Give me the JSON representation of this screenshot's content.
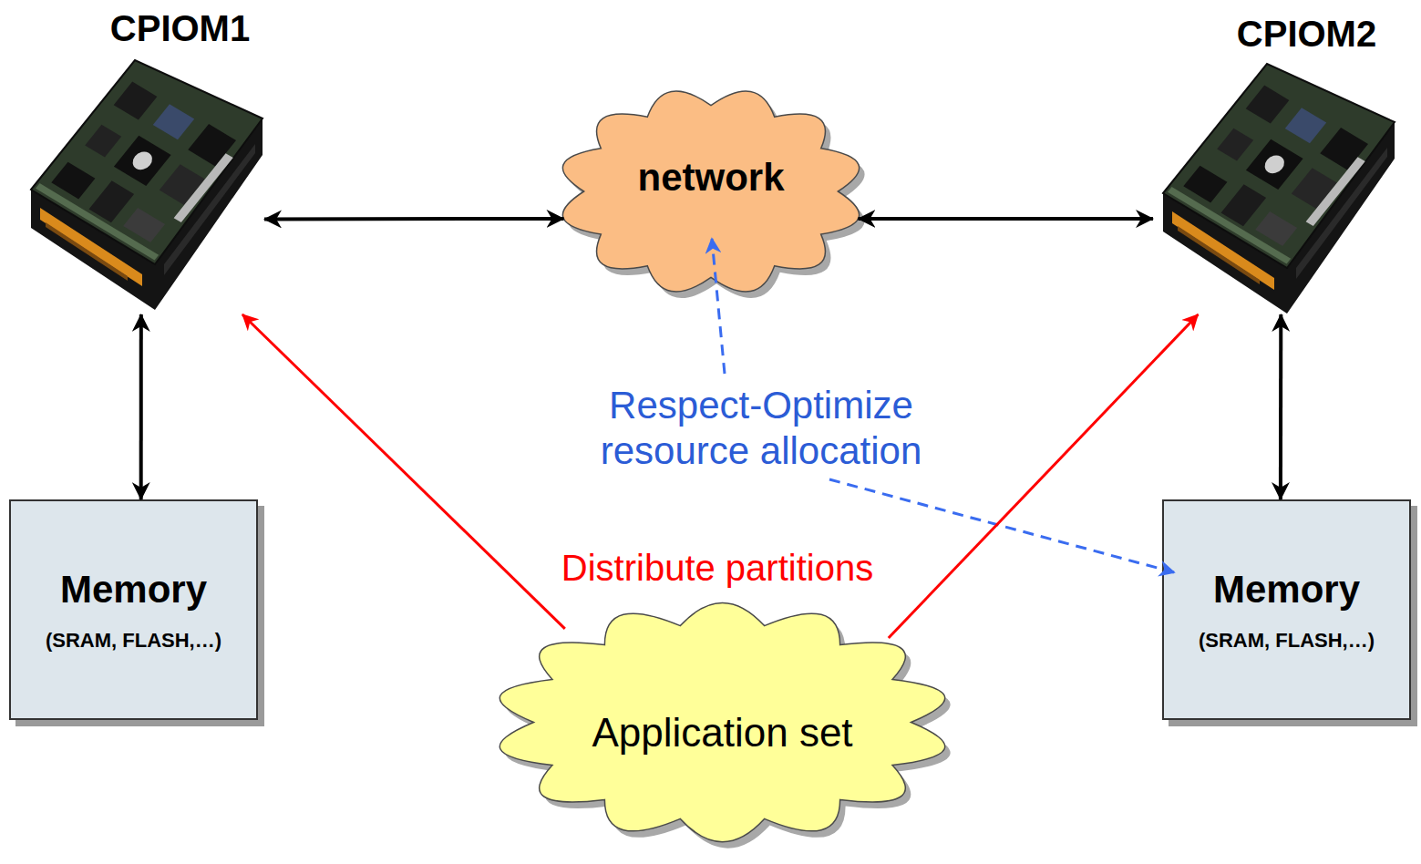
{
  "diagram": {
    "nodes": [
      {
        "text": [
          "CPIOM1"
        ]
      },
      {
        "text": [
          "CPIOM2"
        ]
      },
      {
        "text": [
          "network"
        ]
      },
      {
        "text": [
          "Memory",
          "(SRAM, FLASH,…)"
        ]
      },
      {
        "text": [
          "Memory",
          "(SRAM, FLASH,…)"
        ]
      },
      {
        "text": [
          "Application set"
        ]
      }
    ],
    "edges": [
      {
        "from": 0,
        "to": 2,
        "arrow": "both"
      },
      {
        "from": 2,
        "to": 1,
        "arrow": "both"
      },
      {
        "from": 0,
        "to": 3,
        "arrow": "both"
      },
      {
        "from": 1,
        "to": 4,
        "arrow": "both"
      },
      {
        "from": 5,
        "to": 0,
        "arrow": "to"
      },
      {
        "from": 5,
        "to": 1,
        "arrow": "to"
      }
    ],
    "labels": [
      "Respect-Optimize resource allocation",
      "Distribute partitions"
    ]
  }
}
